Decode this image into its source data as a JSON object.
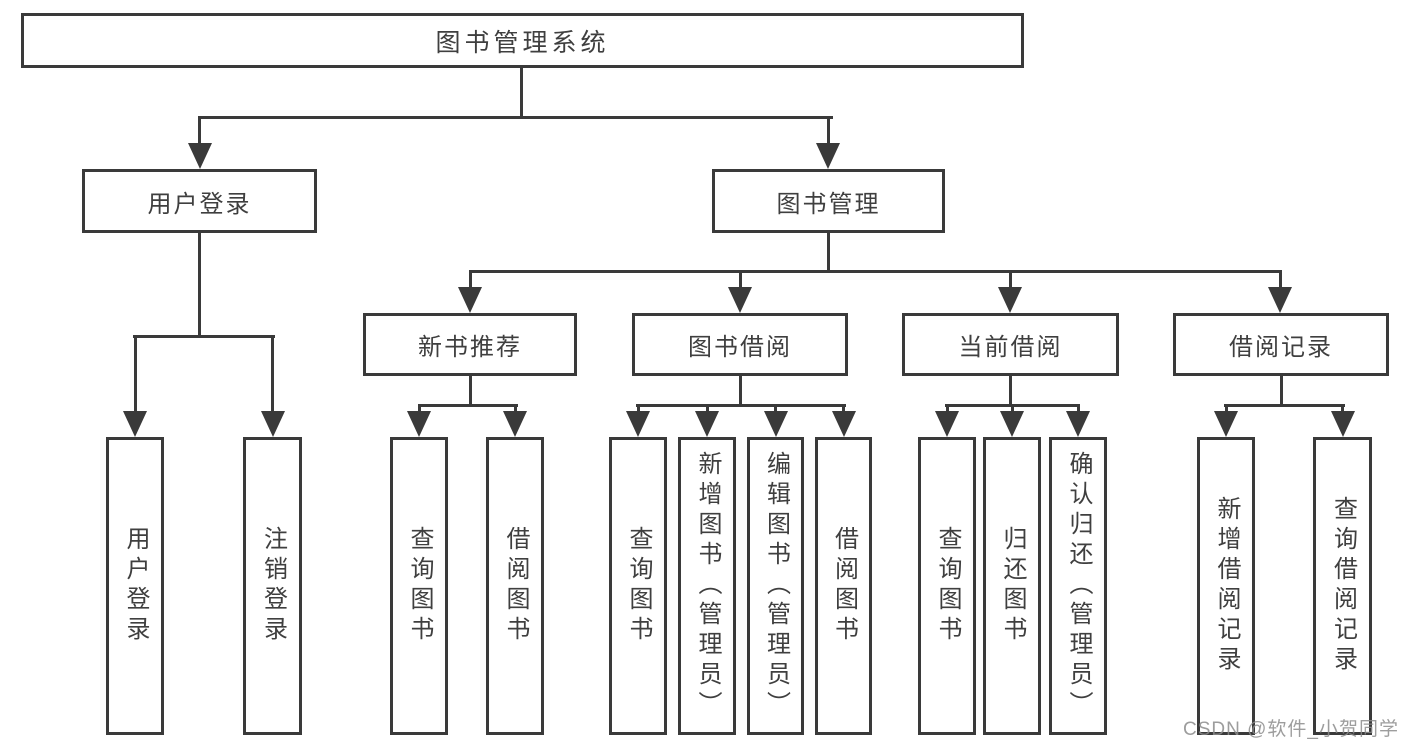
{
  "tree": {
    "root": {
      "label": "图书管理系统"
    },
    "branches": [
      {
        "label": "用户登录",
        "children": [
          {
            "label": "用户登录"
          },
          {
            "label": "注销登录"
          }
        ]
      },
      {
        "label": "图书管理",
        "groups": [
          {
            "label": "新书推荐",
            "children": [
              {
                "label": "查询图书"
              },
              {
                "label": "借阅图书"
              }
            ]
          },
          {
            "label": "图书借阅",
            "children": [
              {
                "label": "查询图书"
              },
              {
                "label": "新增图书（管理员）"
              },
              {
                "label": "编辑图书（管理员）"
              },
              {
                "label": "借阅图书"
              }
            ]
          },
          {
            "label": "当前借阅",
            "children": [
              {
                "label": "查询图书"
              },
              {
                "label": "归还图书"
              },
              {
                "label": "确认归还（管理员）"
              }
            ]
          },
          {
            "label": "借阅记录",
            "children": [
              {
                "label": "新增借阅记录"
              },
              {
                "label": "查询借阅记录"
              }
            ]
          }
        ]
      }
    ]
  },
  "watermark": {
    "text": "CSDN @软件_小贺同学"
  },
  "colors": {
    "line": "#3a3a3a",
    "text": "#3f3f3f",
    "watermark": "#8c8c8c",
    "background": "#ffffff"
  }
}
